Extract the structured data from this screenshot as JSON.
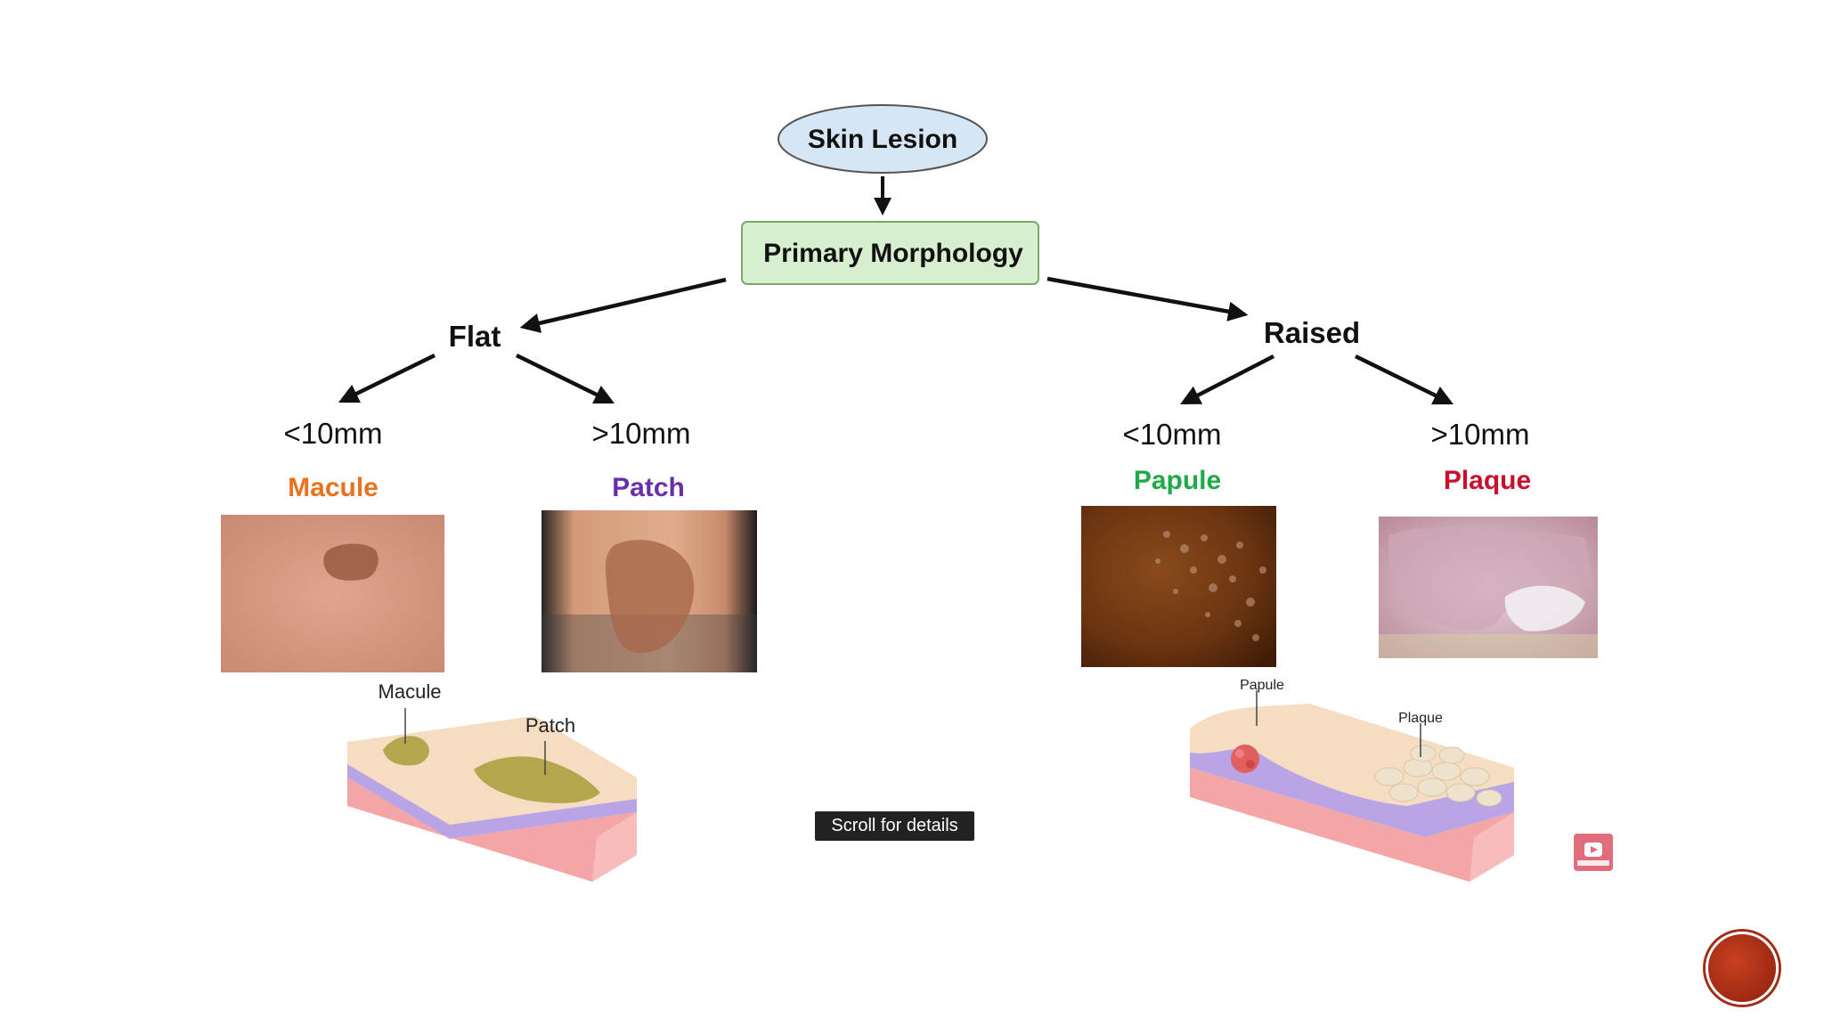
{
  "diagram": {
    "root": "Skin Lesion",
    "primary": "Primary Morphology",
    "flat": {
      "label": "Flat",
      "small": {
        "size": "<10mm",
        "name": "Macule",
        "color": "#e8731f"
      },
      "large": {
        "size": ">10mm",
        "name": "Patch",
        "color": "#6a2fa8"
      },
      "illustration_labels": {
        "small": "Macule",
        "large": "Patch"
      }
    },
    "raised": {
      "label": "Raised",
      "small": {
        "size": "<10mm",
        "name": "Papule",
        "color": "#1faa4a"
      },
      "large": {
        "size": ">10mm",
        "name": "Plaque",
        "color": "#c8102e"
      },
      "illustration_labels": {
        "small": "Papule",
        "large": "Plaque"
      }
    },
    "colors": {
      "root_fill": "#d6e6f5",
      "primary_fill": "#d8efcf",
      "primary_border": "#7aa86a"
    }
  },
  "overlay": {
    "scroll_hint": "Scroll for details",
    "watermark_icon": "youtube-subscribe-icon",
    "nav_icon": "slide-nav-circle-icon"
  }
}
